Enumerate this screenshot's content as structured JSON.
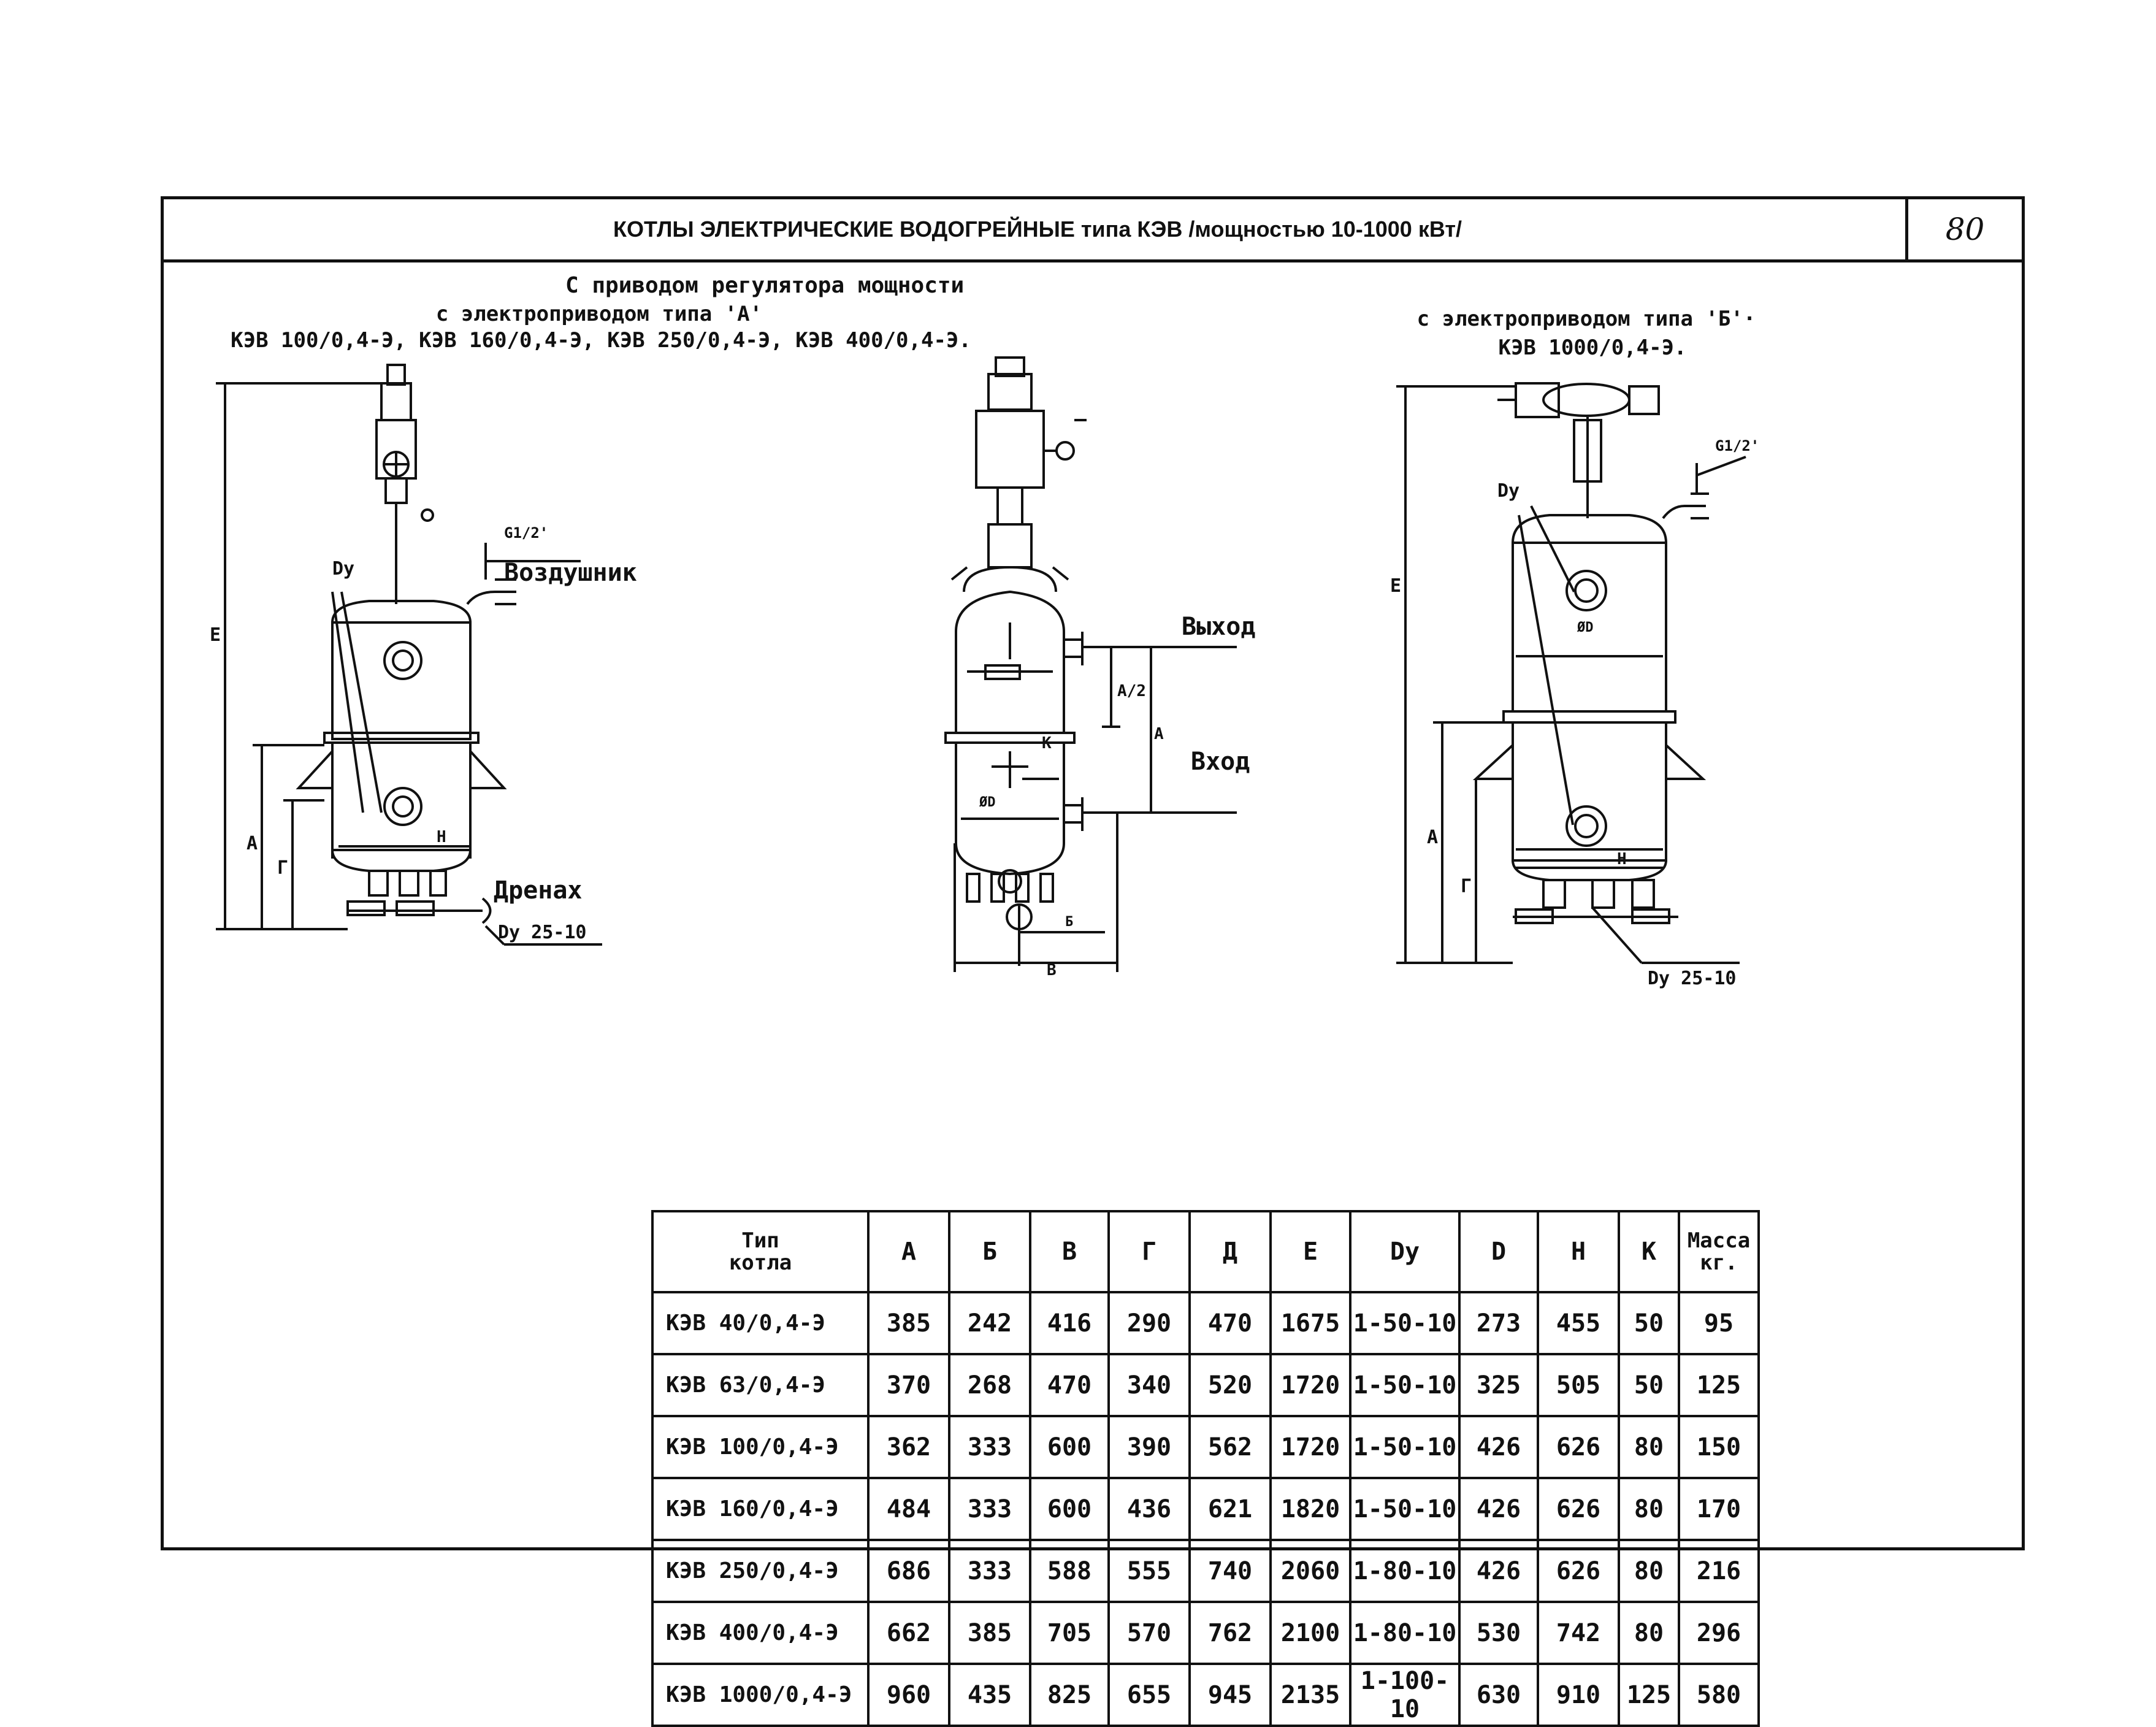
{
  "header": {
    "title": "КОТЛЫ ЭЛЕКТРИЧЕСКИЕ ВОДОГРЕЙНЫЕ типа КЭВ /мощностью 10-1000 кВт/",
    "page_number": "80"
  },
  "captions": {
    "left_line1": "С приводом регулятора мощности",
    "left_line2": "с электроприводом типа 'А'",
    "left_line3": "КЭВ 100/0,4-Э, КЭВ 160/0,4-Э, КЭВ 250/0,4-Э, КЭВ 400/0,4-Э.",
    "right_line1": "с электроприводом типа 'Б'·",
    "right_line2": "КЭВ 1000/0,4-Э."
  },
  "drawing_labels": {
    "air_vent": "Воздушник",
    "drain": "Дренах",
    "dy": "Dy",
    "dy_25_10": "Dy 25-10",
    "g12": "G1/2'",
    "e": "Е",
    "a": "А",
    "g": "Г",
    "h": "Н",
    "exit": "Выход",
    "entry": "Вход",
    "a_half": "А/2",
    "k": "К",
    "phi_d": "ØD",
    "b": "В",
    "b_small": "Б"
  },
  "table": {
    "headers": [
      "Тип котла",
      "А",
      "Б",
      "В",
      "Г",
      "Д",
      "Е",
      "Dy",
      "D",
      "Н",
      "К",
      "Масса кг."
    ],
    "header_type_line1": "Тип",
    "header_type_line2": "котла",
    "header_mass_line1": "Масса",
    "header_mass_line2": "кг.",
    "rows": [
      [
        "КЭВ 40/0,4-Э",
        "385",
        "242",
        "416",
        "290",
        "470",
        "1675",
        "1-50-10",
        "273",
        "455",
        "50",
        "95"
      ],
      [
        "КЭВ 63/0,4-Э",
        "370",
        "268",
        "470",
        "340",
        "520",
        "1720",
        "1-50-10",
        "325",
        "505",
        "50",
        "125"
      ],
      [
        "КЭВ 100/0,4-Э",
        "362",
        "333",
        "600",
        "390",
        "562",
        "1720",
        "1-50-10",
        "426",
        "626",
        "80",
        "150"
      ],
      [
        "КЭВ 160/0,4-Э",
        "484",
        "333",
        "600",
        "436",
        "621",
        "1820",
        "1-50-10",
        "426",
        "626",
        "80",
        "170"
      ],
      [
        "КЭВ 250/0,4-Э",
        "686",
        "333",
        "588",
        "555",
        "740",
        "2060",
        "1-80-10",
        "426",
        "626",
        "80",
        "216"
      ],
      [
        "КЭВ 400/0,4-Э",
        "662",
        "385",
        "705",
        "570",
        "762",
        "2100",
        "1-80-10",
        "530",
        "742",
        "80",
        "296"
      ],
      [
        "КЭВ 1000/0,4-Э",
        "960",
        "435",
        "825",
        "655",
        "945",
        "2135",
        "1-100-10",
        "630",
        "910",
        "125",
        "580"
      ]
    ]
  }
}
